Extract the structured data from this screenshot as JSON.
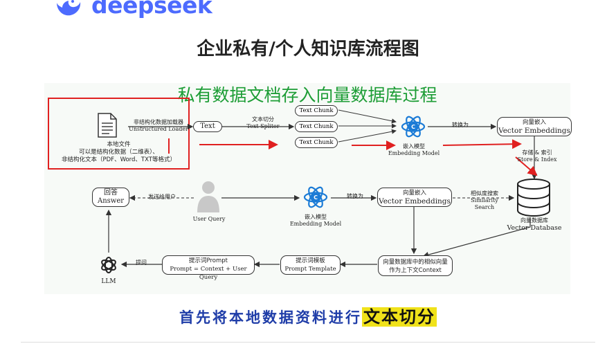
{
  "logo": {
    "text": "deepseek",
    "icon": "whale-icon",
    "color": "#4d6bfe"
  },
  "main_title": "企业私有/个人知识库流程图",
  "diagram": {
    "title": "私有数据文档存入向量数据库过程",
    "local_file": {
      "title": "本地文件",
      "line1": "可以是结构化数据（二维表）、",
      "line2": "非结构化文本（PDF、Word、TXT等格式）"
    },
    "loader": {
      "cn": "非结构化数据加载器",
      "en": "Unstructured Loader"
    },
    "text_box": "Text",
    "splitter": {
      "cn": "文本切分",
      "en": "Text Spliter"
    },
    "chunks": [
      "Text Chunk",
      "Text Chunk",
      "Text Chunk"
    ],
    "embedding_model_top": {
      "cn": "嵌入模型",
      "en": "Embedding Model"
    },
    "convert_top": "转换为",
    "vector_emb_top": {
      "cn": "向量嵌入",
      "en": "Vector Embeddings"
    },
    "store_index": {
      "cn": "存储 & 索引",
      "en": "Store & Index"
    },
    "vector_db": {
      "cn": "向量数据库",
      "en": "Vector Database"
    },
    "answer": {
      "cn": "回答",
      "en": "Answer"
    },
    "send_user": "发送给用户",
    "user_query": "User Query",
    "embedding_model_mid": {
      "cn": "嵌入模型",
      "en": "Embedding Model"
    },
    "convert_mid": "转换为",
    "vector_emb_mid": {
      "cn": "向量嵌入",
      "en": "Vector Embeddings"
    },
    "similarity": {
      "cn": "相似度搜索",
      "en": "Similarity Search"
    },
    "context": {
      "line1": "向量数据库中的相似向量",
      "line2": "作为上下文Context"
    },
    "prompt_template": {
      "cn": "提示词模板",
      "en": "Prompt Template"
    },
    "prompt": {
      "cn": "提示词Prompt",
      "en": "Prompt = Context + User Query"
    },
    "ask": "提问",
    "llm": "LLM"
  },
  "caption": {
    "normal": "首先将本地数据资料进行",
    "highlight": "文本切分"
  },
  "colors": {
    "title_green": "#1d9d36",
    "highlight_red": "#e02020",
    "caption_blue": "#1f3da8",
    "highlight_yellow": "#f0e21a"
  }
}
